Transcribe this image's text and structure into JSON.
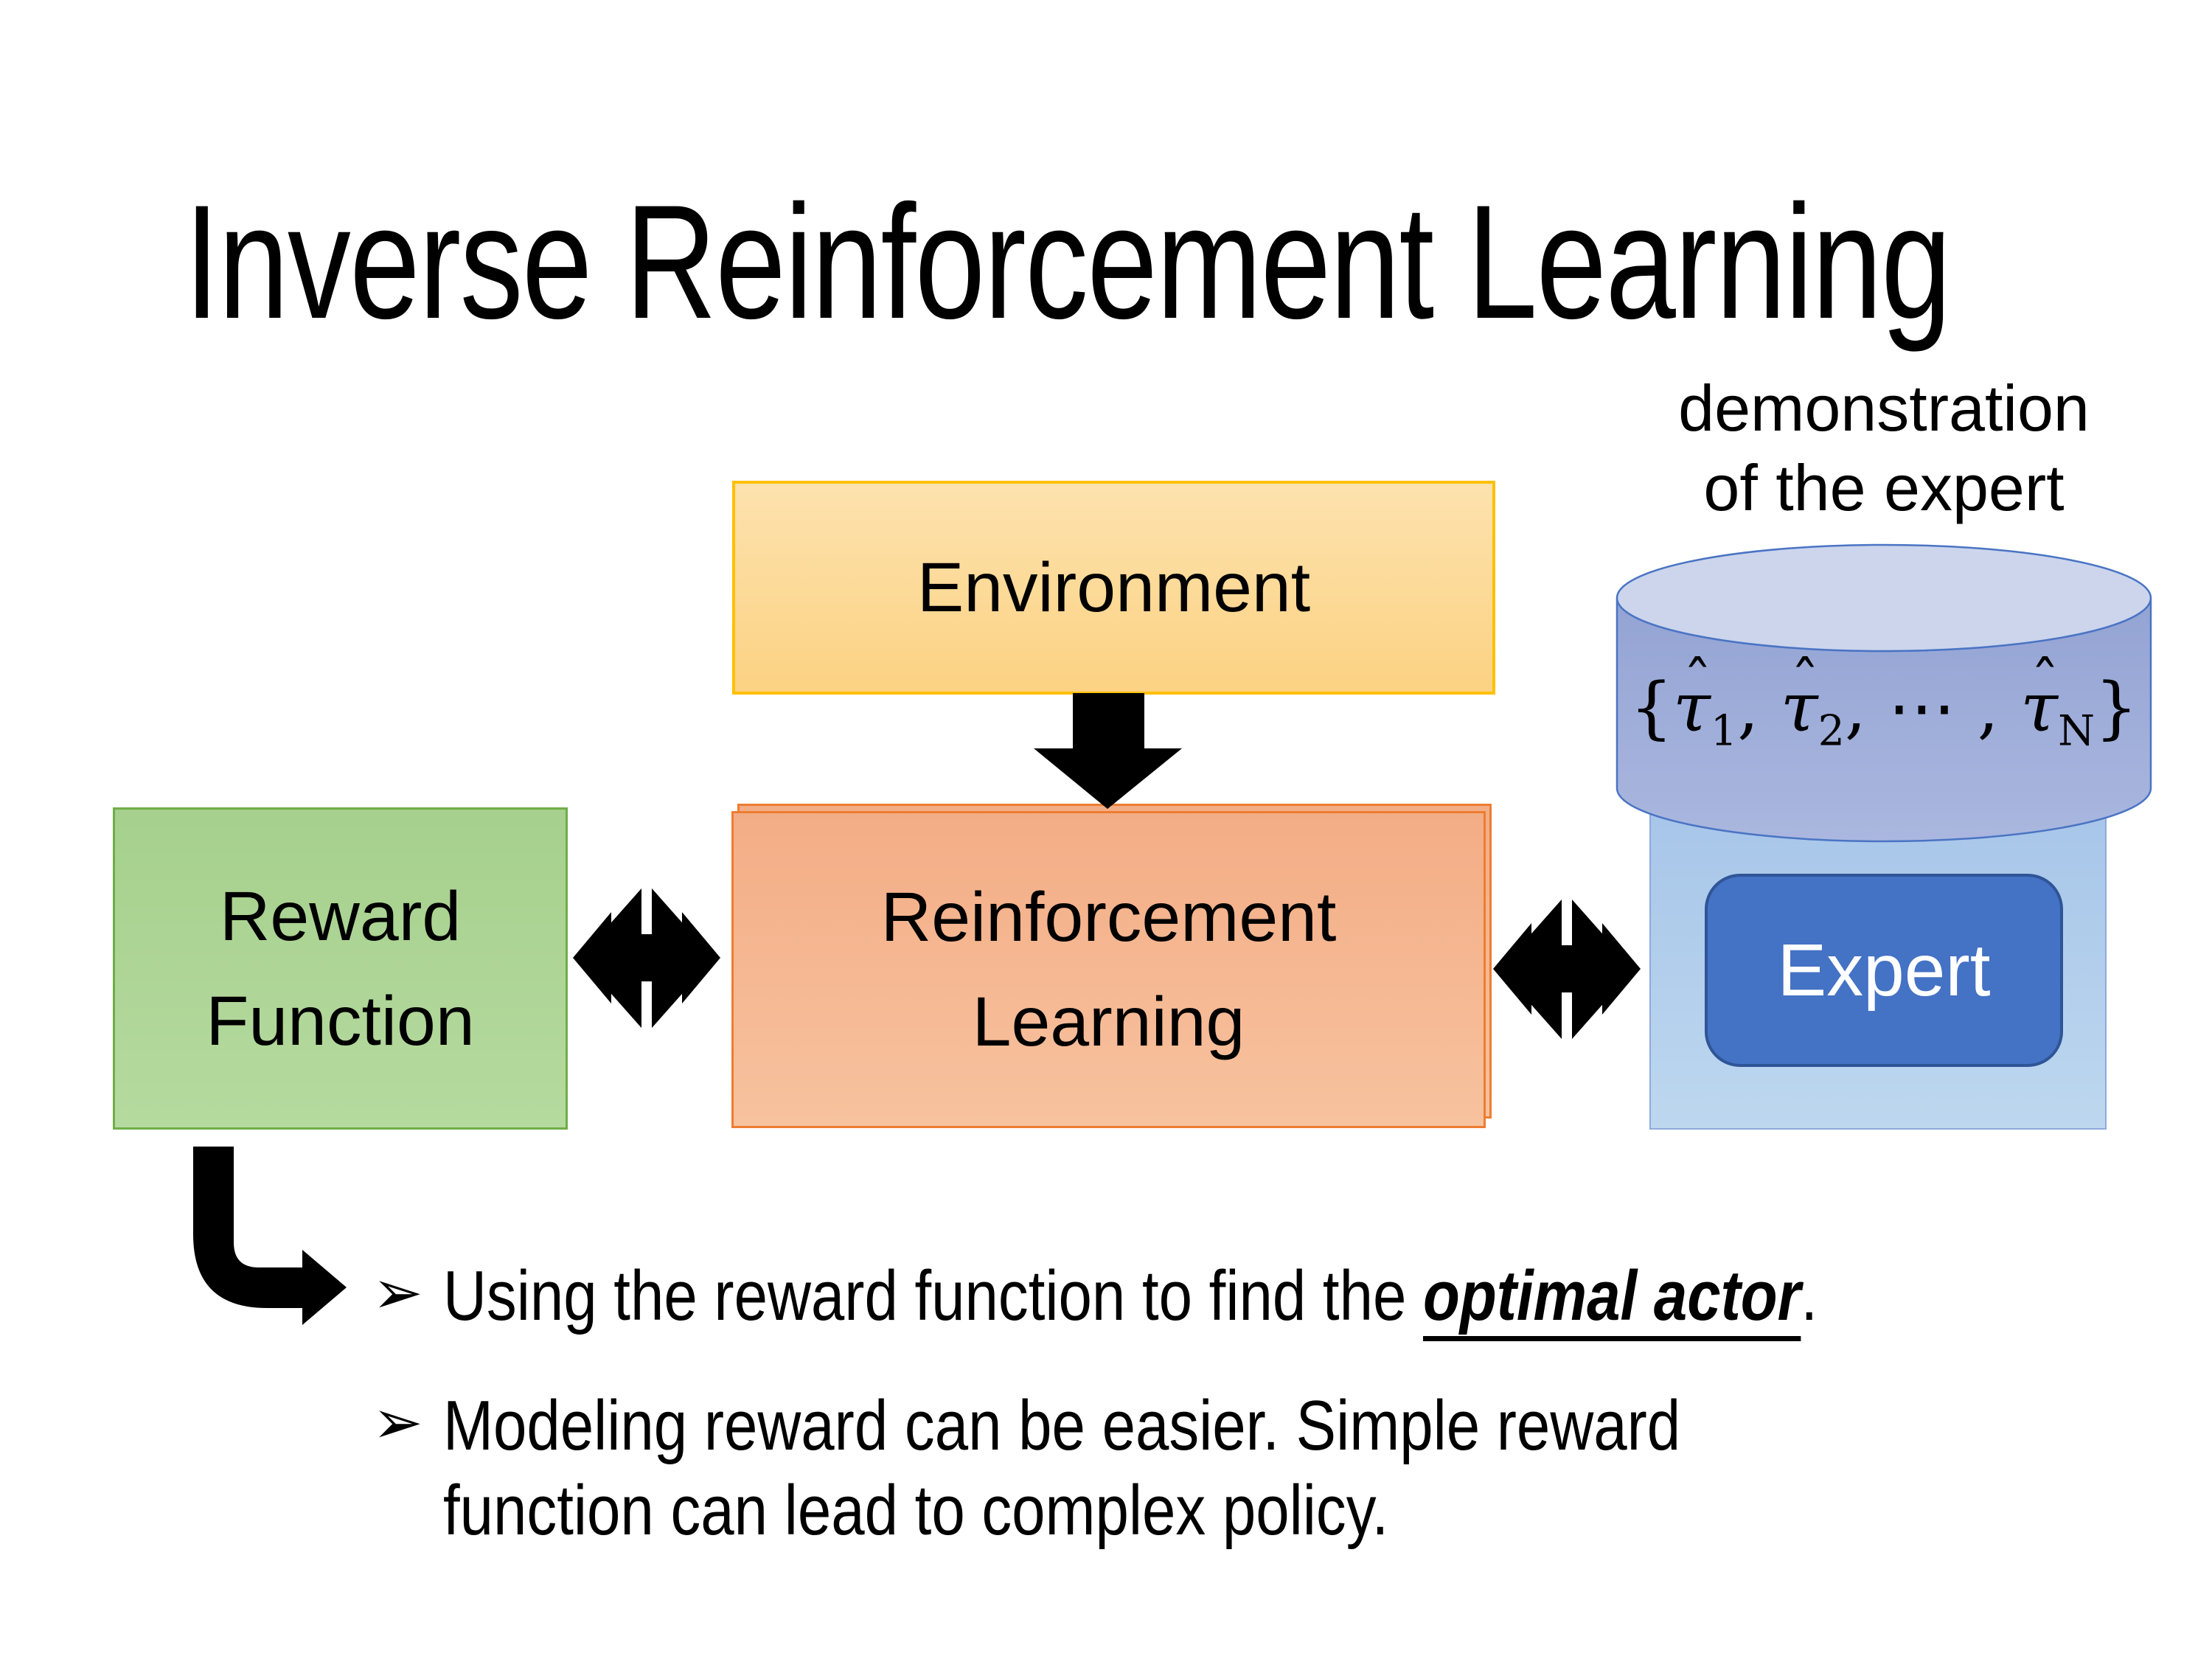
{
  "slide": {
    "title": "Inverse Reinforcement Learning",
    "background": "#ffffff",
    "text_color": "#000000"
  },
  "annotation": {
    "line1": "demonstration",
    "line2": "of the expert"
  },
  "environment_box": {
    "label": "Environment",
    "fill_top": "#fde2ae",
    "fill_bottom": "#fcd283",
    "border": "#ffc000"
  },
  "rl_box": {
    "line1": "Reinforcement",
    "line2": "Learning",
    "fill_top": "#f3ad86",
    "fill_bottom": "#f7c29e",
    "border": "#ed7d31"
  },
  "reward_box": {
    "line1": "Reward",
    "line2": "Function",
    "fill_top": "#a6d08d",
    "fill_bottom": "#b5da9f",
    "border": "#70ad47"
  },
  "expert_panel": {
    "fill_top": "#a4c3e8",
    "fill_bottom": "#bdd7ef",
    "border": "#8faadc"
  },
  "expert_button": {
    "label": "Expert",
    "fill": "#4472c4",
    "border": "#2f5597",
    "text_color": "#ffffff"
  },
  "cylinder": {
    "body_fill": "#94a4d4",
    "top_fill": "#ccd5ec",
    "border": "#4a74c4",
    "formula": {
      "open": "{",
      "close": "}",
      "terms": [
        {
          "hat": "ˆ",
          "base": "τ",
          "sub": "1",
          "sep": ", "
        },
        {
          "hat": "ˆ",
          "base": "τ",
          "sub": "2",
          "sep": ", "
        },
        {
          "hat": "",
          "base": "⋯",
          "sub": "",
          "sep": " , "
        },
        {
          "hat": "ˆ",
          "base": "τ",
          "sub": "N",
          "sep": ""
        }
      ]
    }
  },
  "arrows": {
    "color": "#000000"
  },
  "bullets": {
    "marker": "➢",
    "item1": {
      "prefix": "Using the reward function to find the ",
      "emphasis": "optimal actor",
      "suffix": "."
    },
    "item2": {
      "line1": "Modeling reward can be easier. Simple reward",
      "line2": "function can lead to complex policy."
    }
  }
}
